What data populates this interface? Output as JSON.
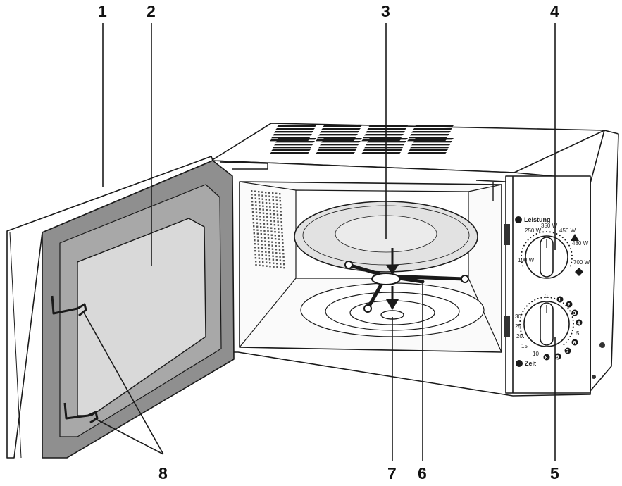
{
  "callouts": [
    {
      "id": "1",
      "label": "1"
    },
    {
      "id": "2",
      "label": "2"
    },
    {
      "id": "3",
      "label": "3"
    },
    {
      "id": "4",
      "label": "4"
    },
    {
      "id": "5",
      "label": "5"
    },
    {
      "id": "6",
      "label": "6"
    },
    {
      "id": "7",
      "label": "7"
    },
    {
      "id": "8",
      "label": "8"
    }
  ],
  "power_dial": {
    "title": "Leistung",
    "marks": [
      "100 W",
      "250 W",
      "350 W",
      "450 W",
      "480 W",
      "700 W"
    ]
  },
  "timer_dial": {
    "title": "Zeit",
    "minutes": [
      "0",
      "5",
      "10",
      "15",
      "20",
      "25",
      "30"
    ],
    "steps": [
      "1",
      "2",
      "3",
      "4",
      "6",
      "7",
      "8",
      "9"
    ]
  },
  "colors": {
    "line": "#1a1a1a",
    "door_gasket": "#8f8f8f",
    "window": "#d9d9d9",
    "turntable": "#e2e2e2",
    "background": "#ffffff"
  }
}
